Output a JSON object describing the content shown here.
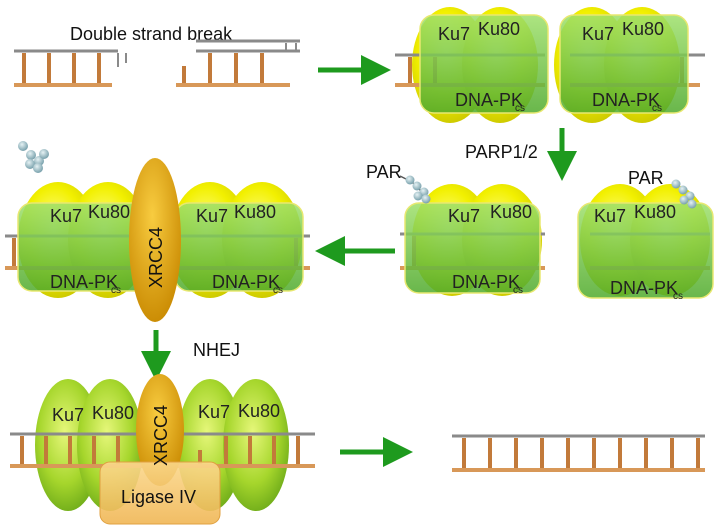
{
  "labels": {
    "break": "Double strand break",
    "parp": "PARP1/2",
    "par": "PAR",
    "nhej": "NHEJ",
    "ku7": "Ku7",
    "ku80": "Ku80",
    "dnapk": "DNA-PK",
    "cs": "cs",
    "xrcc4": "XRCC4",
    "ligase": "Ligase IV"
  },
  "colors": {
    "backbone": "#8a8a8a",
    "base": "#d89858",
    "ku_yellow": "#f0f000",
    "pk_green": "#6ec83c",
    "xrcc4": "#e0a000",
    "ligase": "#f6c46a",
    "arrow": "#1e9a1e",
    "par_bead": "#8fb6bf"
  }
}
